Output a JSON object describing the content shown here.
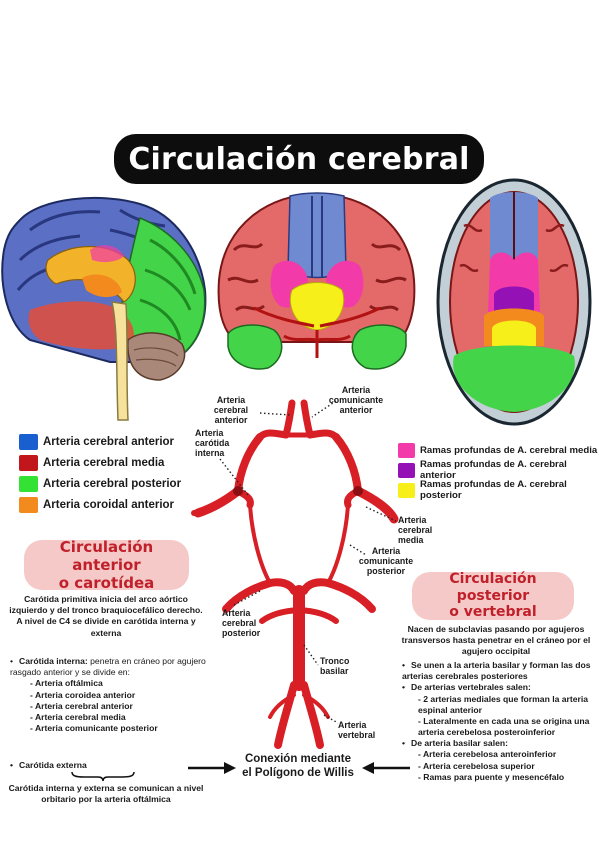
{
  "title": "Circulación cerebral",
  "colors": {
    "cerebral_anterior": "#1a5fd0",
    "cerebral_media": "#c0161c",
    "cerebral_posterior": "#33e233",
    "coroidal_anterior": "#f28a1e",
    "profundas_media": "#f23aa9",
    "profundas_anterior": "#9411b5",
    "profundas_posterior": "#f6ef1a",
    "pill_bg": "#f6c9c9",
    "pill_text": "#c0202a"
  },
  "legend_left": [
    {
      "label": "Arteria cerebral anterior",
      "color": "#1a5fd0"
    },
    {
      "label": "Arteria cerebral media",
      "color": "#c0161c"
    },
    {
      "label": "Arteria cerebral posterior",
      "color": "#33e233"
    },
    {
      "label": "Arteria coroidal anterior",
      "color": "#f28a1e"
    }
  ],
  "legend_right": [
    {
      "label": "Ramas profundas de A. cerebral media",
      "color": "#f23aa9"
    },
    {
      "label": "Ramas profundas de A. cerebral anterior",
      "color": "#9411b5"
    },
    {
      "label": "Ramas profundas de A. cerebral posterior",
      "color": "#f6ef1a"
    }
  ],
  "artery_labels": {
    "cerebral_anterior": "Arteria cerebral anterior",
    "comunicante_anterior": "Arteria comunicante anterior",
    "carotida_interna": "Arteria carótida interna",
    "cerebral_media": "Arteria cerebral media",
    "comunicante_posterior": "Arteria comunicante posterior",
    "cerebral_posterior": "Arteria cerebral posterior",
    "tronco_basilar": "Tronco basilar",
    "vertebral": "Arteria vertebral"
  },
  "anterior": {
    "heading_line1": "Circulación anterior",
    "heading_line2": "o carotídea",
    "intro": "Carótida primitiva inicia del arco aórtico izquierdo y del tronco braquiocefálico derecho. A nivel de C4 se divide en carótida interna y externa",
    "interna_title": "Carótida interna:",
    "interna_text": "penetra en cráneo por agujero rasgado anterior y se divide en:",
    "interna_items": [
      "Arteria oftálmica",
      "Arteria coroidea anterior",
      "Arteria cerebral anterior",
      "Arteria cerebral media",
      "Arteria comunicante posterior"
    ],
    "externa_title": "Carótida externa",
    "closing": "Carótida interna y externa se comunican a nivel orbitario por la arteria oftálmica"
  },
  "posterior": {
    "heading_line1": "Circulación posterior",
    "heading_line2": "o vertebral",
    "intro": "Nacen de subclavias pasando por agujeros transversos hasta penetrar en el cráneo por el agujero occipital",
    "bullet1": "Se unen a la arteria basilar y forman las dos arterias cerebrales posteriores",
    "bullet2": "De arterias vertebrales salen:",
    "bullet2_items": [
      "2 arterias mediales que forman la arteria espinal anterior",
      "Lateralmente en cada una se origina una arteria cerebelosa posteroinferior"
    ],
    "bullet3": "De arteria basilar salen:",
    "bullet3_items": [
      "Arteria cerebelosa anteroinferior",
      "Arteria cerebelosa superior",
      "Ramas para puente y mesencéfalo"
    ]
  },
  "center_caption": {
    "line1": "Conexión mediante",
    "line2": "el Polígono de Willis"
  }
}
